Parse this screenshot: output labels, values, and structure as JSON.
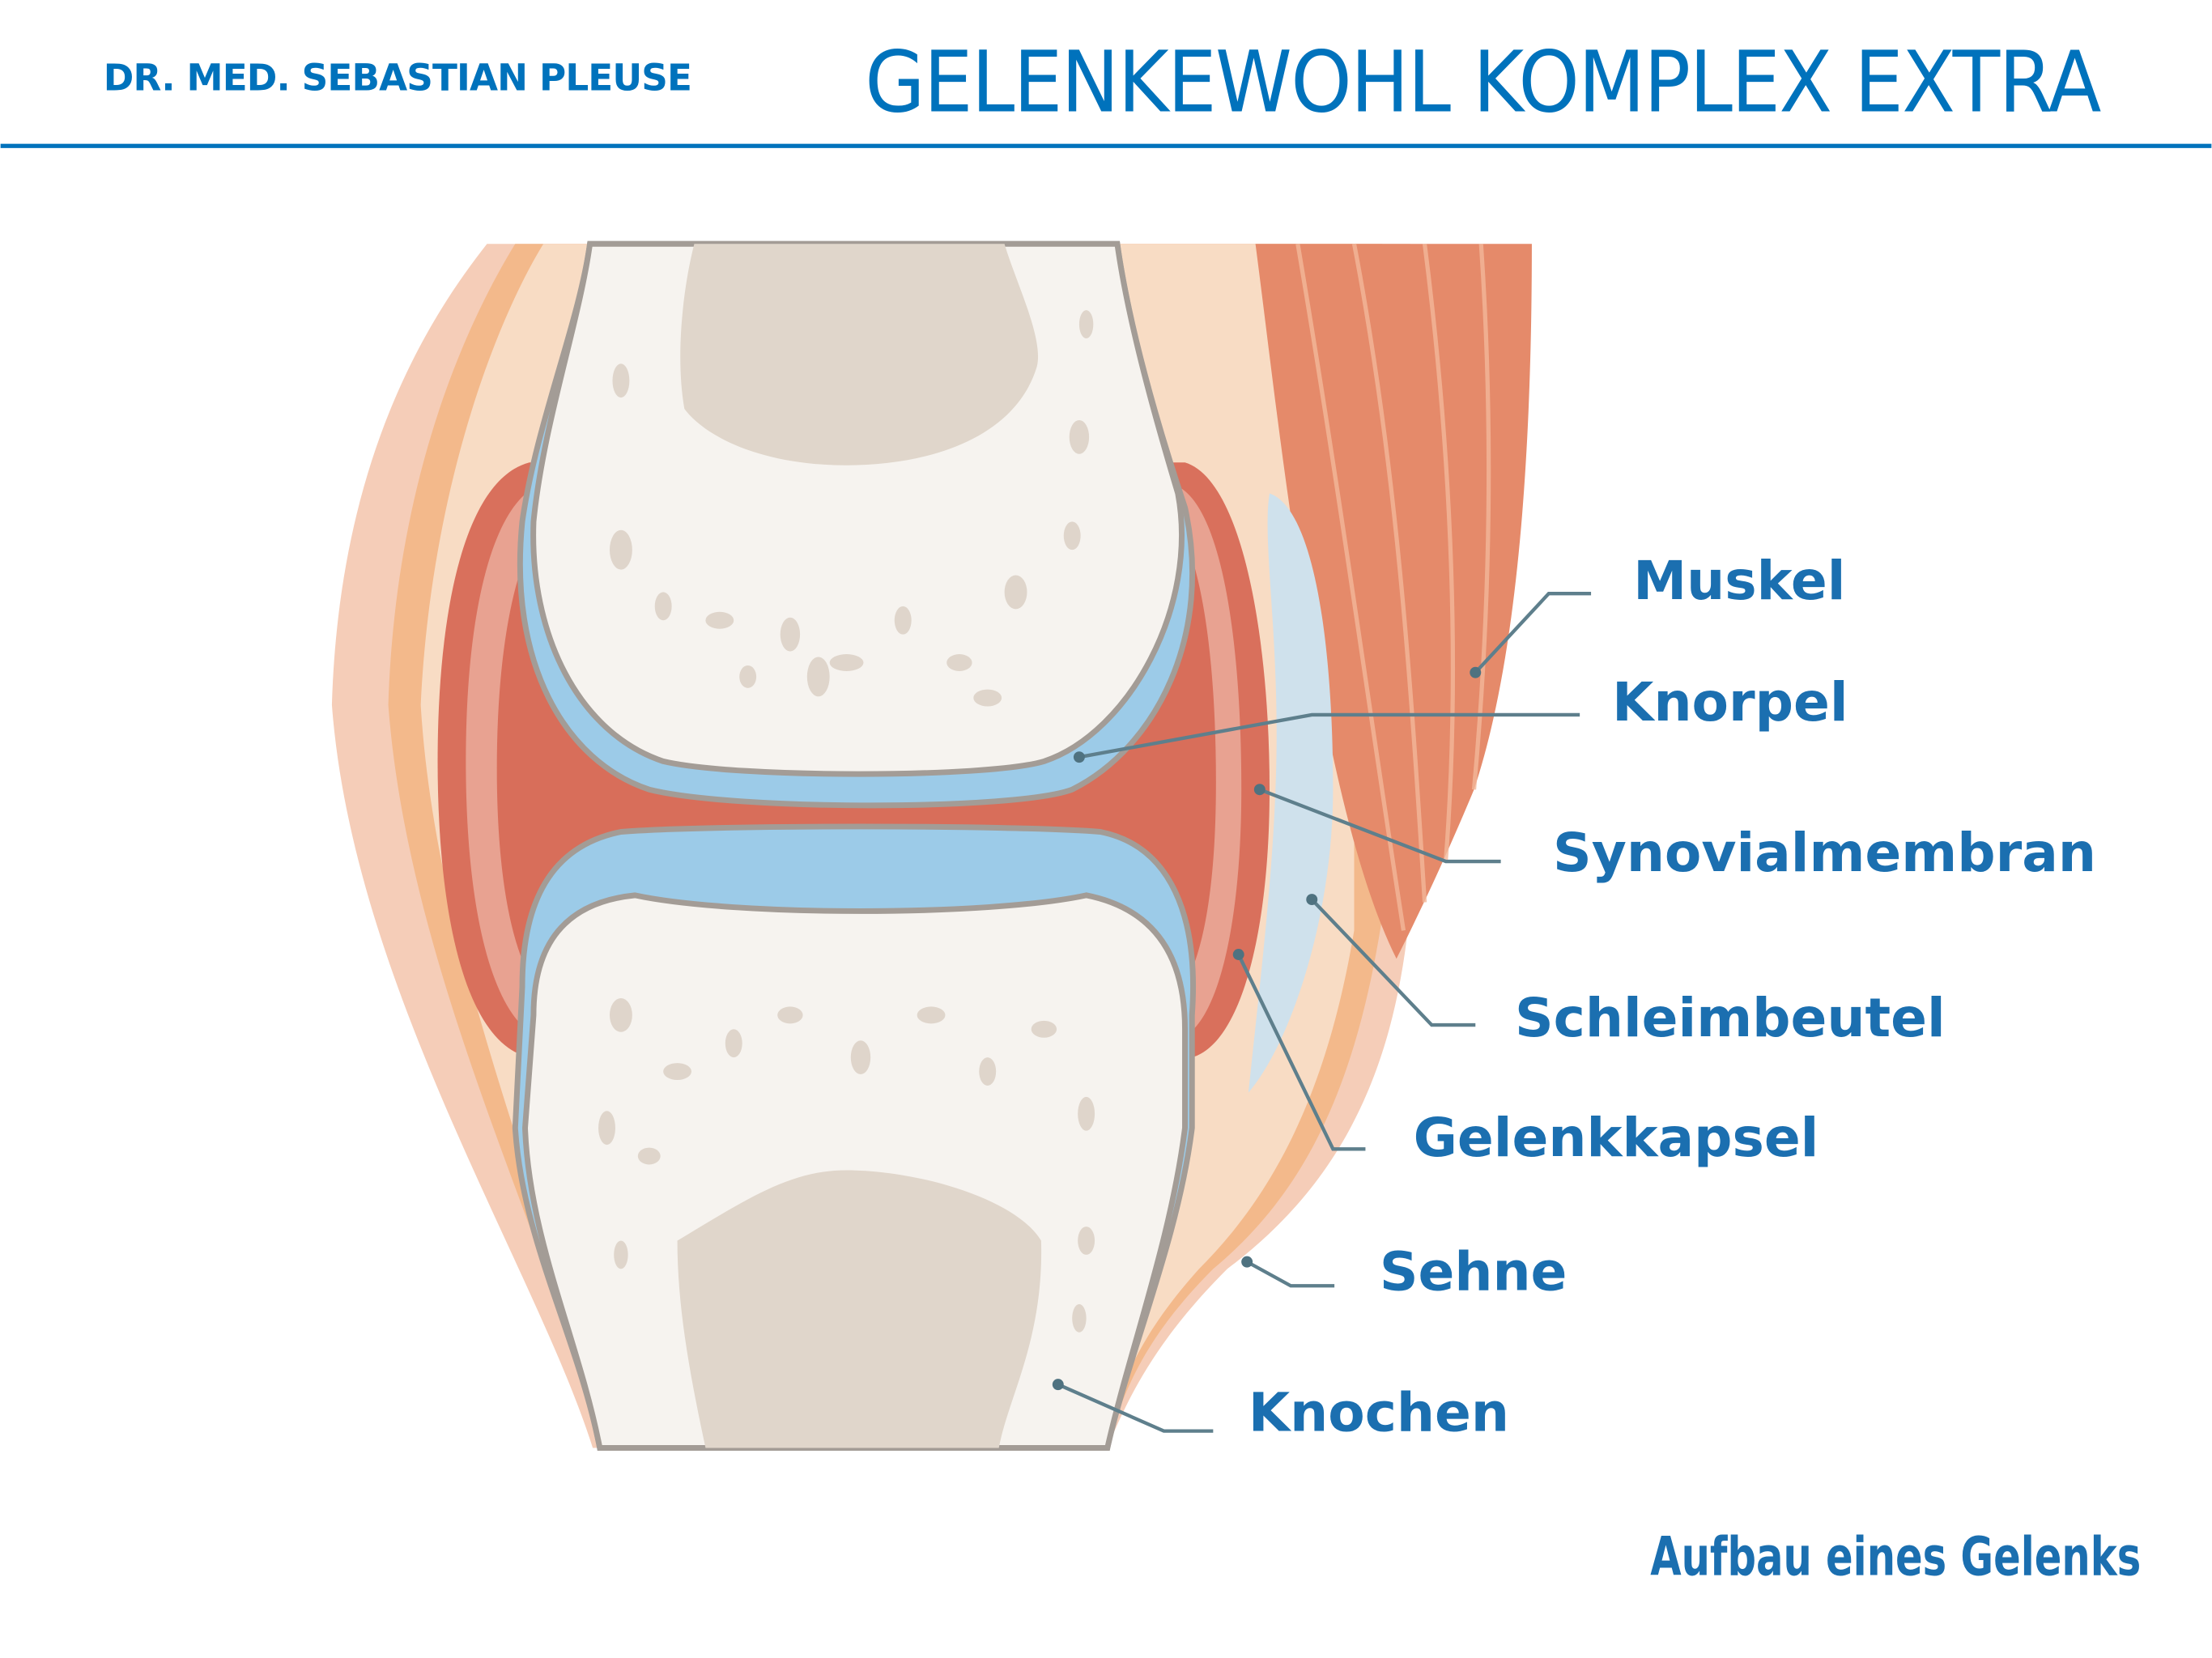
{
  "header": {
    "author": "DR. MED. SEBASTIAN PLEUSE",
    "title": "GELENKEWOHL KOMPLEX EXTRA"
  },
  "labels": {
    "muskel": "Muskel",
    "knorpel": "Knorpel",
    "synovialmembran": "Synovialmembran",
    "schleimbeutel": "Schleimbeutel",
    "gelenkkapsel": "Gelenkkapsel",
    "sehne": "Sehne",
    "knochen": "Knochen"
  },
  "caption": "Aufbau eines Gelenks",
  "colors": {
    "brand": "#0072bc",
    "leader": "#5e7f8c",
    "cartilage": "#9ccbe8",
    "bone": "#f6f3ef",
    "capsule": "#d9705c",
    "muscle": "#e58a6a"
  }
}
